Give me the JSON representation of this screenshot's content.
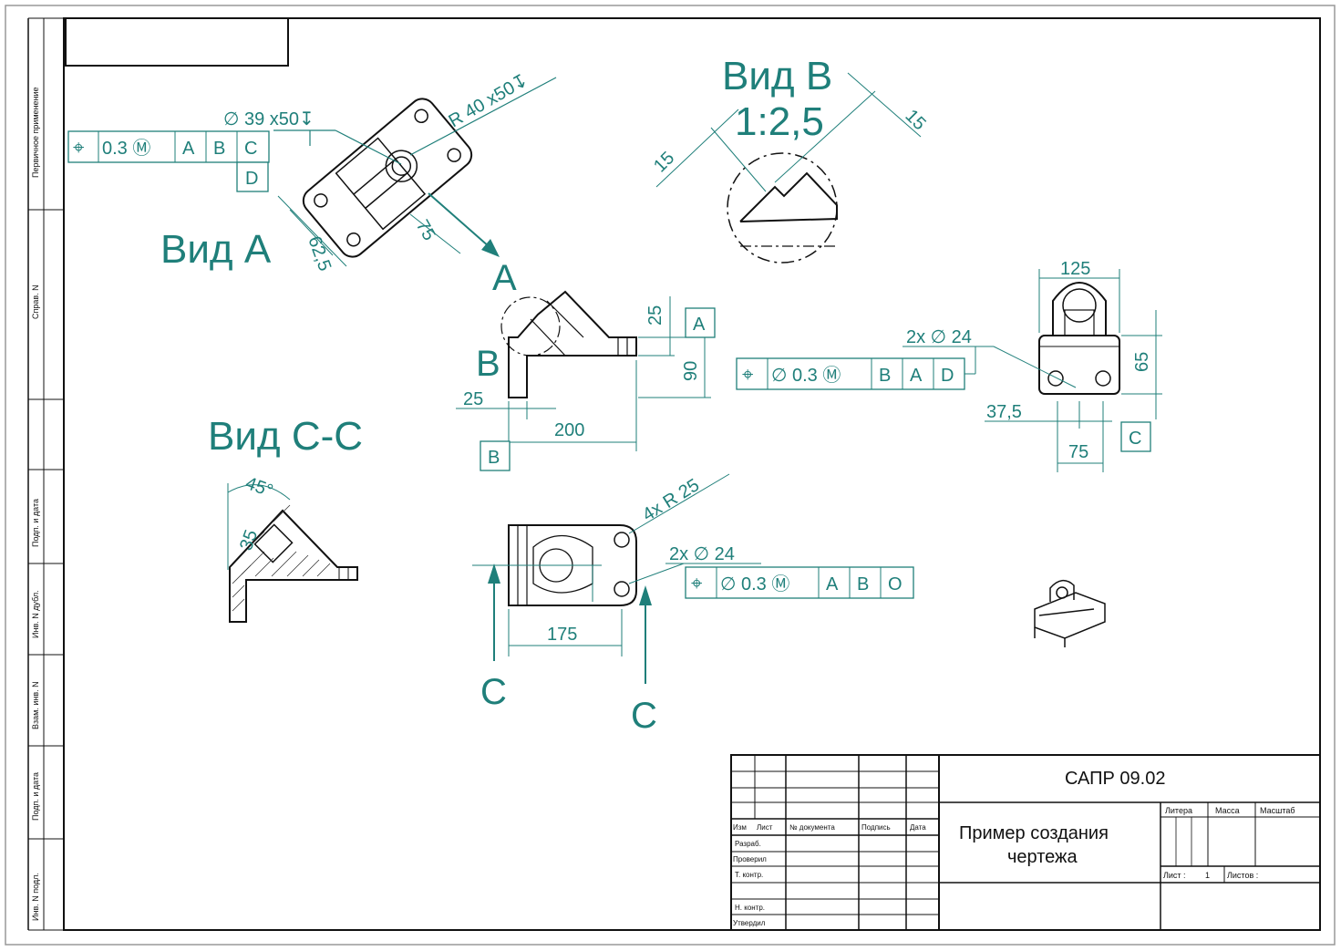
{
  "side_strip": {
    "labels": [
      "Первичное применение",
      "Справ. N",
      "Подп. и дата",
      "Инв. N дубл.",
      "Взам. инв. N",
      "Подп. и дата",
      "Инв. N подл."
    ]
  },
  "views": {
    "view_a": {
      "title": "Вид A",
      "dims": [
        "62,5",
        "75"
      ],
      "hole_note": "∅ 39 x50↧",
      "radius_note": "R 40 x50↧",
      "arrow_label": "A"
    },
    "view_b": {
      "title": "Вид B",
      "scale": "1:2,5",
      "dims": [
        "15",
        "15"
      ]
    },
    "view_cc": {
      "title": "Вид C-C",
      "dims": [
        "45°",
        "35"
      ]
    },
    "front": {
      "label_b": "B",
      "dims": [
        "25",
        "90",
        "25",
        "200"
      ]
    },
    "right": {
      "dims": [
        "125",
        "65",
        "37,5",
        "75"
      ],
      "hole_note": "2x ∅ 24"
    },
    "top": {
      "radius_note": "4x R 25",
      "hole_note": "2x ∅ 24",
      "dim": "175",
      "section_labels": [
        "C",
        "C"
      ]
    }
  },
  "datums": [
    "A",
    "B",
    "C",
    "D"
  ],
  "fcf": {
    "f1": [
      "⌖",
      "0.3 Ⓜ",
      "A",
      "B",
      "C"
    ],
    "f2": [
      "⌖",
      "∅ 0.3 Ⓜ",
      "B",
      "A",
      "D"
    ],
    "f3": [
      "⌖",
      "∅ 0.3 Ⓜ",
      "A",
      "B",
      "O"
    ]
  },
  "title_block": {
    "designation": "САПР 09.02",
    "name_line1": "Пример создания",
    "name_line2": "чертежа",
    "col_headers": [
      "Изм",
      "Лист",
      "№ документа",
      "Подпись",
      "Дата"
    ],
    "roles": [
      "Разраб.",
      "Проверил",
      "Т. контр.",
      "",
      "Н. контр.",
      "Утвердил"
    ],
    "litera": "Литера",
    "mass": "Масса",
    "scale": "Масштаб",
    "sheet": "Лист :",
    "sheet_no": "1",
    "sheets": "Листов :"
  },
  "colors": {
    "annotation": "#1f7f7a",
    "line": "#111111"
  }
}
